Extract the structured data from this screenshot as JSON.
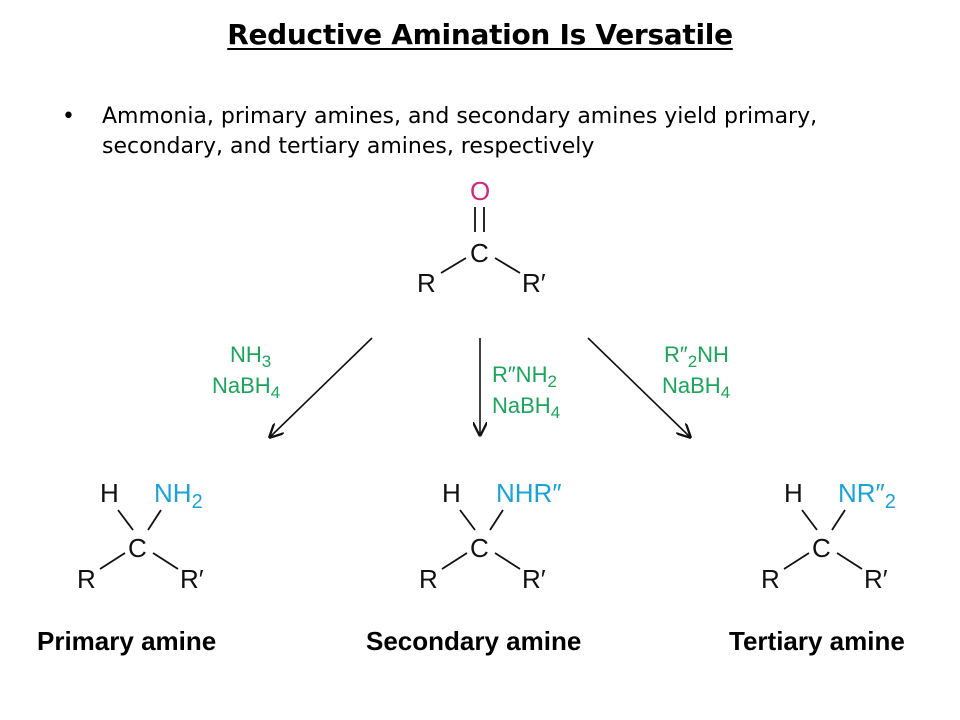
{
  "slide": {
    "title": "Reductive Amination Is Versatile",
    "bullet": "Ammonia, primary amines, and secondary amines yield primary, secondary, and tertiary amines, respectively"
  },
  "reactant": {
    "oxygen": "O",
    "carbon": "C",
    "left_group": "R",
    "right_group": "R′"
  },
  "reagents": {
    "left": {
      "amine": "NH",
      "amine_sub": "3",
      "reductant": "NaBH",
      "reductant_sub": "4"
    },
    "middle": {
      "amine": "R″NH",
      "amine_sub": "2",
      "reductant": "NaBH",
      "reductant_sub": "4"
    },
    "right": {
      "amine_pre": "R″",
      "amine_sub": "2",
      "amine_post": "NH",
      "reductant": "NaBH",
      "reductant_sub": "4"
    }
  },
  "products": [
    {
      "h": "H",
      "amine": "NH",
      "amine_sub": "2",
      "carbon": "C",
      "left_group": "R",
      "right_group": "R′",
      "caption": "Primary amine"
    },
    {
      "h": "H",
      "amine": "NHR″",
      "amine_sub": "",
      "carbon": "C",
      "left_group": "R",
      "right_group": "R′",
      "caption": "Secondary amine"
    },
    {
      "h": "H",
      "amine": "NR″",
      "amine_sub": "2",
      "carbon": "C",
      "left_group": "R",
      "right_group": "R′",
      "caption": "Tertiary amine"
    }
  ],
  "colors": {
    "oxygen": "#d6247c",
    "nitrogen": "#1aa3d9",
    "reagent": "#1aa55a"
  }
}
